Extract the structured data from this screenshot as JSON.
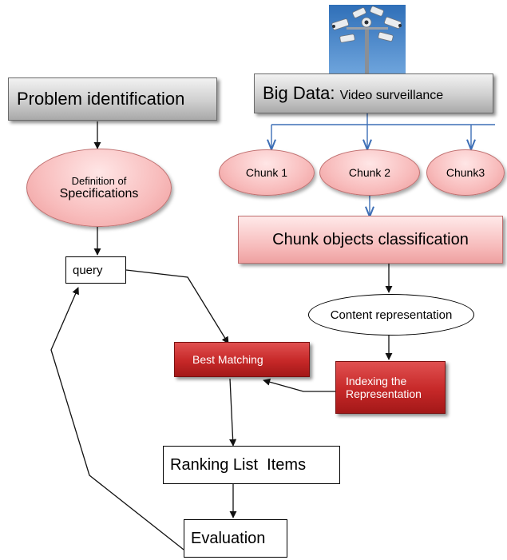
{
  "nodes": {
    "problem": "Problem identification",
    "definition_line1": "Definition of",
    "definition_line2": "Specifications",
    "query": "query",
    "bigdata_prefix": "Big Data:",
    "bigdata_suffix": "Video surveillance",
    "chunk1": "Chunk 1",
    "chunk2": "Chunk 2",
    "chunk3": "Chunk3",
    "classification": "Chunk objects classification",
    "content": "Content representation",
    "best_matching": "Best Matching",
    "indexing_line1": "Indexing the",
    "indexing_line2": "Representation",
    "ranking": "Ranking List  Items",
    "evaluation": "Evaluation"
  },
  "image": {
    "icon": "surveillance-cameras-photo",
    "sky_color": "#3f7fc4"
  },
  "colors": {
    "grey_box": "#c8c8c8",
    "pink_fill": "#f6b8b8",
    "red_fill": "#c62828",
    "arrow_blue": "#3d6fb6",
    "arrow_dark": "#111111"
  }
}
